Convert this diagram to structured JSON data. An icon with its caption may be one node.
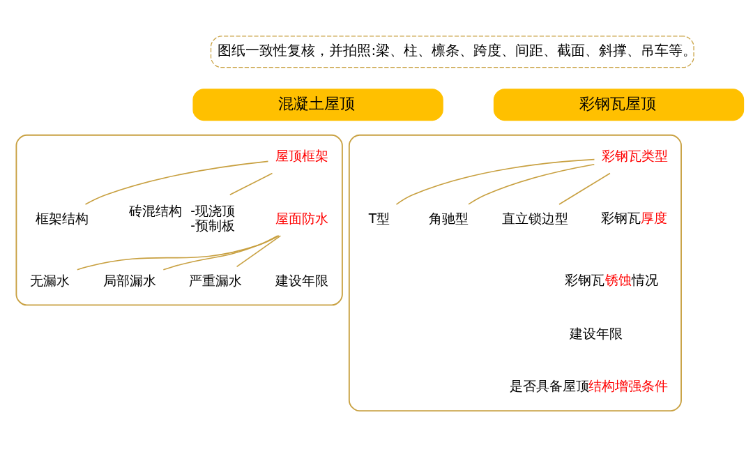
{
  "diagram": {
    "nodes": [
      {
        "text": [
          "图纸一致性复核，并拍照:梁、柱、檩条、跨度、间距、截面、斜撑、吊车等。"
        ]
      },
      {
        "text": [
          "混凝土屋顶"
        ]
      },
      {
        "text": [
          "彩钢瓦屋顶"
        ]
      },
      {
        "text": [],
        "shape": "box"
      },
      {
        "text": [
          "**屋顶框架**"
        ],
        "in": 3
      },
      {
        "text": [
          "框架结构"
        ],
        "in": 3
      },
      {
        "text": [
          "砖混结构"
        ],
        "in": 3,
        "beside": [
          "-现浇顶",
          "-预制板"
        ]
      },
      {
        "text": [
          "**屋面防水**"
        ],
        "in": 3
      },
      {
        "text": [
          "无漏水"
        ],
        "in": 3
      },
      {
        "text": [
          "局部漏水"
        ],
        "in": 3
      },
      {
        "text": [
          "严重漏水"
        ],
        "in": 3
      },
      {
        "text": [
          "建设年限"
        ],
        "in": 3
      },
      {
        "text": [],
        "shape": "box"
      },
      {
        "text": [
          "**彩钢瓦类型**"
        ],
        "in": 12
      },
      {
        "text": [
          "T型"
        ],
        "in": 12
      },
      {
        "text": [
          "角驰型"
        ],
        "in": 12
      },
      {
        "text": [
          "直立锁边型"
        ],
        "in": 12
      },
      {
        "text": [
          "彩钢瓦**厚度**"
        ],
        "in": 12
      },
      {
        "text": [
          "彩钢瓦**锈蚀**情况"
        ],
        "in": 12
      },
      {
        "text": [
          "建设年限"
        ],
        "in": 12
      },
      {
        "text": [
          "是否具备屋顶**结构增强条件**"
        ],
        "in": 12
      }
    ],
    "edges": [
      {
        "from": 4,
        "to": 5,
        "arrow": "none"
      },
      {
        "from": 4,
        "to": 6,
        "arrow": "none"
      },
      {
        "from": 7,
        "to": 8,
        "arrow": "none"
      },
      {
        "from": 7,
        "to": 9,
        "arrow": "none"
      },
      {
        "from": 7,
        "to": 10,
        "arrow": "none"
      },
      {
        "from": 13,
        "to": 14,
        "arrow": "none"
      },
      {
        "from": 13,
        "to": 15,
        "arrow": "none"
      },
      {
        "from": 13,
        "to": 16,
        "arrow": "none"
      }
    ]
  }
}
